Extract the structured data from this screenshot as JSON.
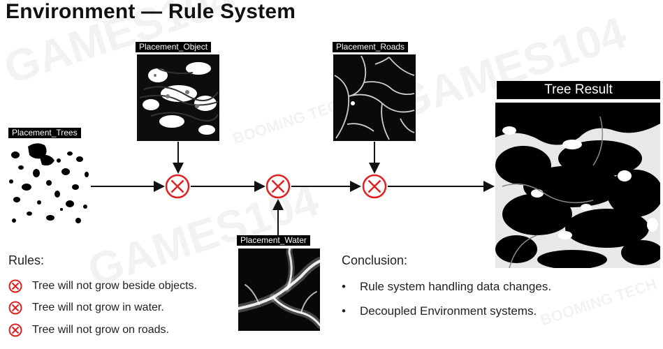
{
  "title": "Environment — Rule System",
  "watermarks": [
    "GAMES104",
    "BOOMING TECH"
  ],
  "labels": {
    "trees": "Placement_Trees",
    "object": "Placement_Object",
    "roads": "Placement_Roads",
    "water": "Placement_Water",
    "result": "Tree Result"
  },
  "operator_icon": "circled-times-icon",
  "rules": {
    "heading": "Rules:",
    "items": [
      "Tree will not grow beside objects.",
      "Tree will not grow in water.",
      "Tree will not grow on roads."
    ]
  },
  "conclusion": {
    "heading": "Conclusion:",
    "items": [
      "Rule system handling data changes.",
      "Decoupled Environment systems."
    ]
  },
  "colors": {
    "operator": "#e02020",
    "arrow": "#111111",
    "label_bg": "#000000",
    "label_text": "#ffffff"
  }
}
